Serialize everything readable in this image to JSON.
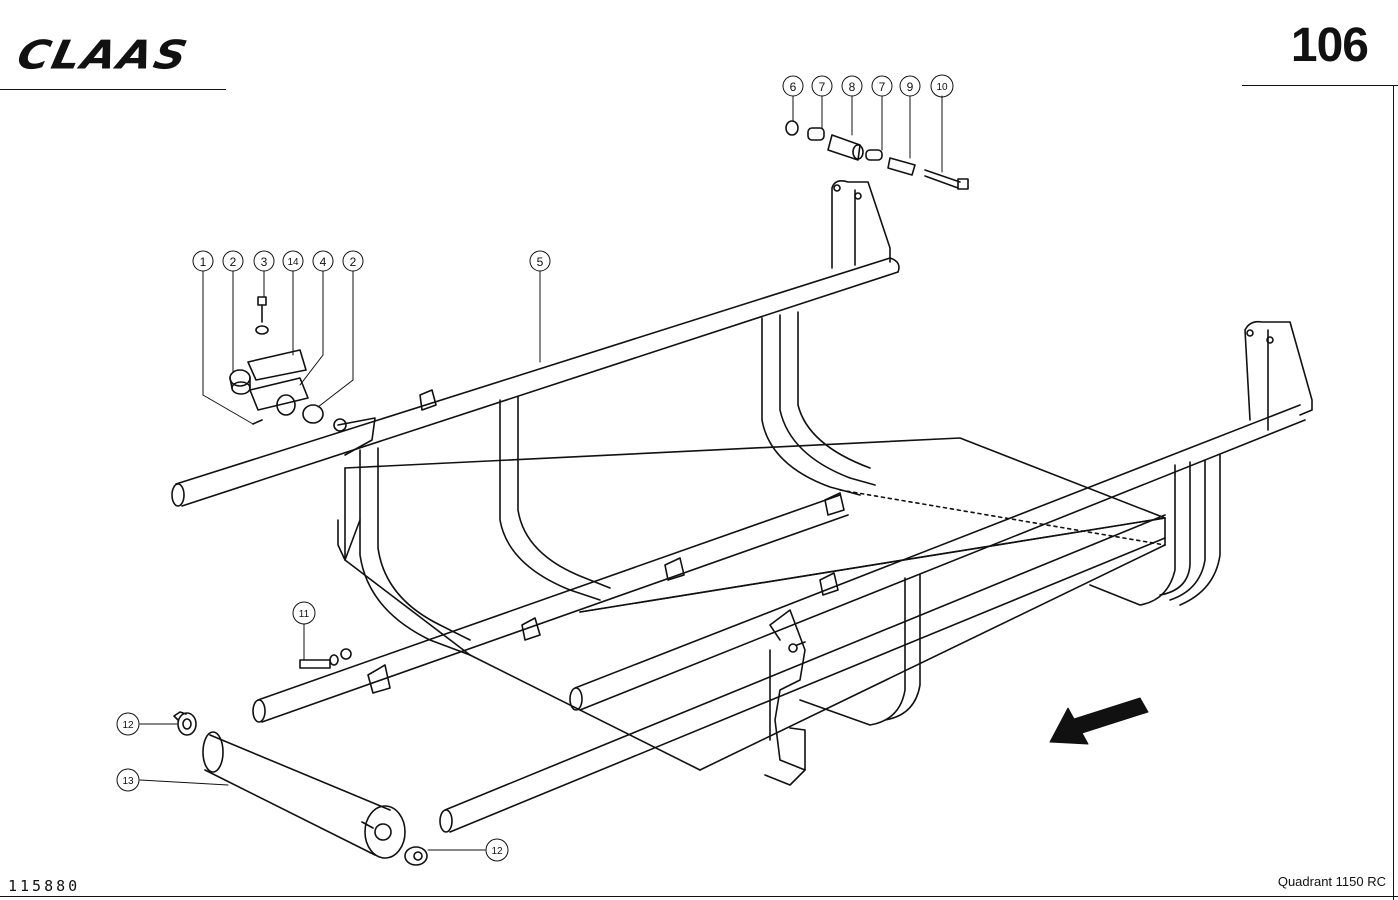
{
  "header": {
    "brand": "CLAAS",
    "page_number": "106"
  },
  "footer": {
    "drawing_number": "115880",
    "model": "Quadrant 1150 RC"
  },
  "callouts": {
    "c1": "1",
    "c2a": "2",
    "c3": "3",
    "c14": "14",
    "c4": "4",
    "c2b": "2",
    "c5": "5",
    "c6": "6",
    "c7a": "7",
    "c8": "8",
    "c7b": "7",
    "c9": "9",
    "c10": "10",
    "c11": "11",
    "c12a": "12",
    "c13": "13",
    "c12b": "12"
  },
  "icons": {
    "direction": "arrow-down-left-icon"
  }
}
